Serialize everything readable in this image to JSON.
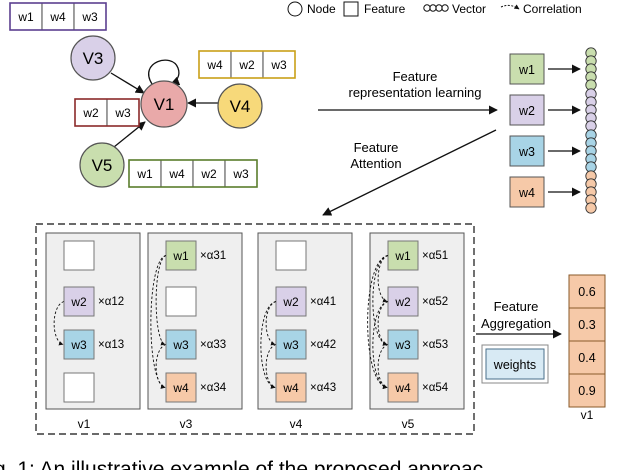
{
  "legend": {
    "node": "Node",
    "feature": "Feature",
    "vector": "Vector",
    "correlation": "Correlation"
  },
  "graph": {
    "nodes": {
      "v1": {
        "label": "V1",
        "color": "#e9a9a9"
      },
      "v3": {
        "label": "V3",
        "color": "#d9d0e8"
      },
      "v4": {
        "label": "V4",
        "color": "#f7d97a"
      },
      "v5": {
        "label": "V5",
        "color": "#c9deae"
      }
    },
    "features": {
      "v3": [
        "w1",
        "w4",
        "w3"
      ],
      "v1": [
        "w2",
        "w3"
      ],
      "v4": [
        "w4",
        "w2",
        "w3"
      ],
      "v5": [
        "w1",
        "w4",
        "w2",
        "w3"
      ]
    },
    "feature_border_colors": {
      "v3": "#5b3f8f",
      "v1": "#8b2a2a",
      "v4": "#c9a018",
      "v5": "#5a7d2c"
    }
  },
  "labels": {
    "repr_learning_1": "Feature",
    "repr_learning_2": "representation learning",
    "attention_1": "Feature",
    "attention_2": "Attention",
    "aggregation_1": "Feature",
    "aggregation_2": "Aggregation",
    "weights": "weights"
  },
  "word_vectors": [
    {
      "word": "w1",
      "color": "#c9deae"
    },
    {
      "word": "w2",
      "color": "#d9d0e8"
    },
    {
      "word": "w3",
      "color": "#a8d4e6"
    },
    {
      "word": "w4",
      "color": "#f6c9a8"
    }
  ],
  "columns": [
    {
      "name": "v1",
      "slots": [
        {
          "word": "",
          "weight": ""
        },
        {
          "word": "w2",
          "weight": "×α12"
        },
        {
          "word": "w3",
          "weight": "×α13"
        },
        {
          "word": "",
          "weight": ""
        }
      ]
    },
    {
      "name": "v3",
      "slots": [
        {
          "word": "w1",
          "weight": "×α31"
        },
        {
          "word": "",
          "weight": ""
        },
        {
          "word": "w3",
          "weight": "×α33"
        },
        {
          "word": "w4",
          "weight": "×α34"
        }
      ]
    },
    {
      "name": "v4",
      "slots": [
        {
          "word": "",
          "weight": ""
        },
        {
          "word": "w2",
          "weight": "×α41"
        },
        {
          "word": "w3",
          "weight": "×α42"
        },
        {
          "word": "w4",
          "weight": "×α43"
        }
      ]
    },
    {
      "name": "v5",
      "slots": [
        {
          "word": "w1",
          "weight": "×α51"
        },
        {
          "word": "w2",
          "weight": "×α52"
        },
        {
          "word": "w3",
          "weight": "×α53"
        },
        {
          "word": "w4",
          "weight": "×α54"
        }
      ]
    }
  ],
  "output": {
    "values": [
      "0.6",
      "0.3",
      "0.4",
      "0.9"
    ],
    "label": "v1",
    "color": "#f6c9a8"
  },
  "caption": "g. 1: An illustrative example of the proposed approac"
}
